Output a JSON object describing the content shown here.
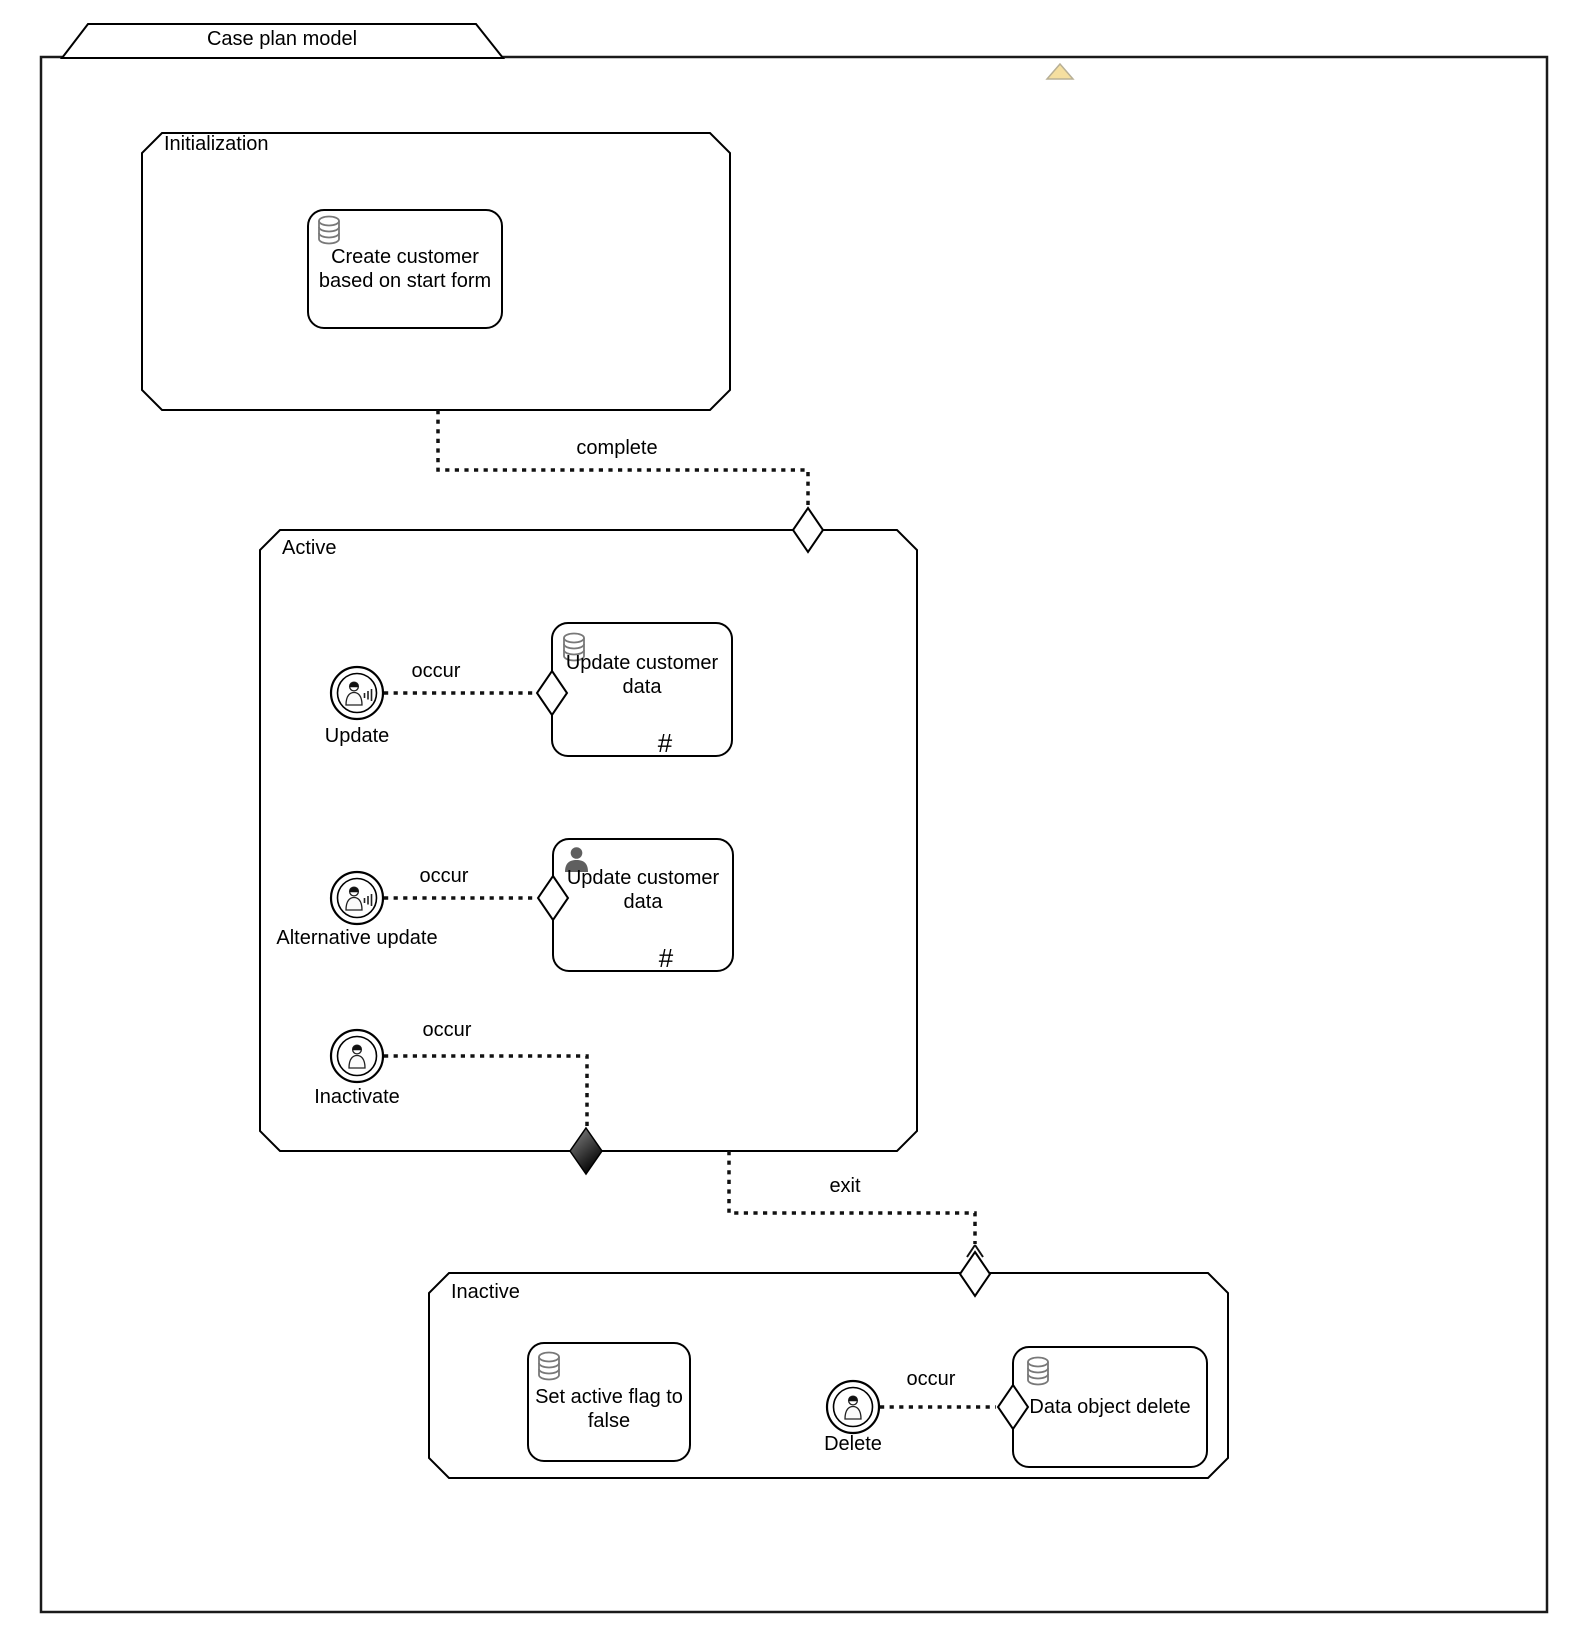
{
  "window": {
    "tab_title": "Case plan model"
  },
  "stages": [
    {
      "label": "Initialization"
    },
    {
      "label": "Active"
    },
    {
      "label": "Inactive"
    }
  ],
  "tasks": [
    {
      "line1": "Create customer",
      "line2": "based on start form"
    },
    {
      "line1": "Update customer",
      "line2": "data"
    },
    {
      "line1": "Update customer",
      "line2": "data"
    },
    {
      "line1": "Set active flag to",
      "line2": "false"
    },
    {
      "line1": "Data object delete",
      "line2": ""
    }
  ],
  "listeners": [
    {
      "label": "Update"
    },
    {
      "label": "Alternative update"
    },
    {
      "label": "Inactivate"
    },
    {
      "label": "Delete"
    }
  ],
  "connectors": [
    {
      "label": "complete"
    },
    {
      "label": "occur"
    },
    {
      "label": "occur"
    },
    {
      "label": "occur"
    },
    {
      "label": "exit"
    },
    {
      "label": "occur"
    }
  ],
  "markers": {
    "repetition": "#"
  },
  "colors": {
    "line": "#000000",
    "node_fill": "#ffffff",
    "triangle_fill": "#f5dfa0",
    "triangle_stroke": "#b8b096",
    "icon_gray": "#787878",
    "person_fill": "#5f5f5f",
    "exit_diamond_dark": "#000000"
  }
}
